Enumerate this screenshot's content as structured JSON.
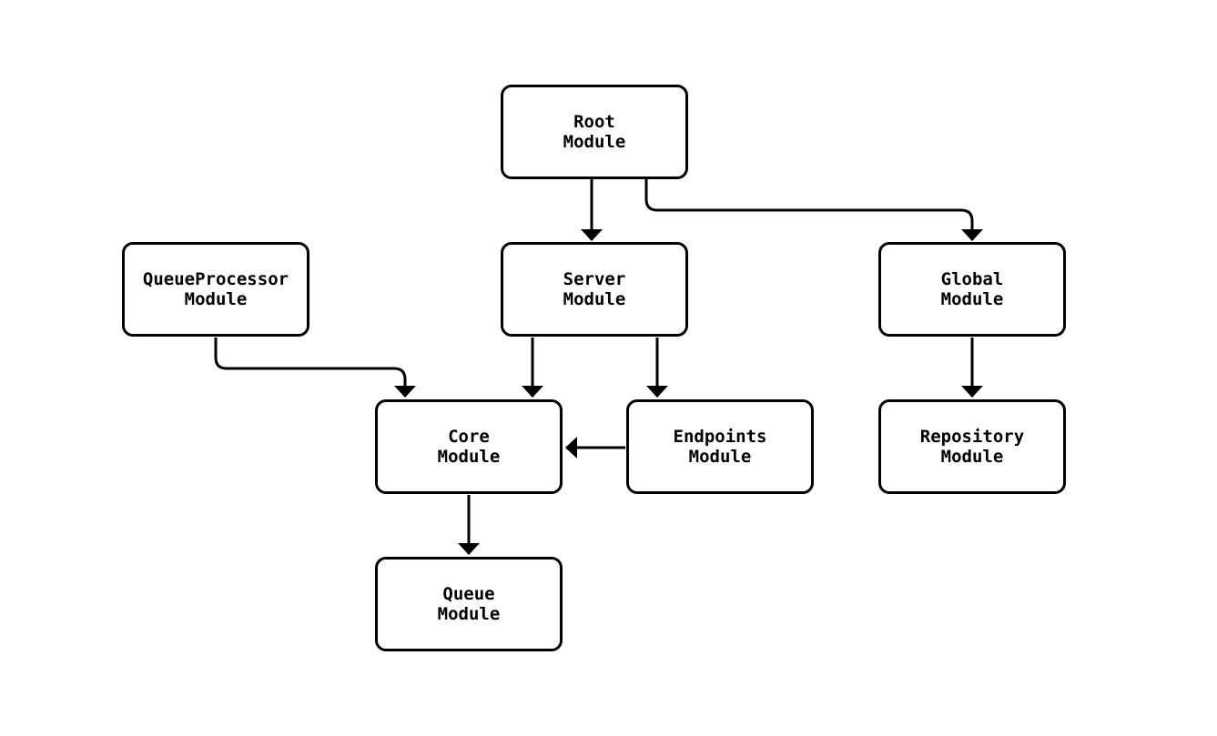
{
  "diagram": {
    "type": "module-dependency-graph",
    "background_color": "#ffffff",
    "node_fill_color": "#ffffff",
    "node_border_color": "#000000",
    "edge_color": "#000000",
    "text_color": "#000000"
  },
  "nodes": {
    "root": {
      "label": "Root\nModule"
    },
    "queueprocessor": {
      "label": "QueueProcessor\nModule"
    },
    "server": {
      "label": "Server\nModule"
    },
    "global": {
      "label": "Global\nModule"
    },
    "core": {
      "label": "Core\nModule"
    },
    "endpoints": {
      "label": "Endpoints\nModule"
    },
    "repository": {
      "label": "Repository\nModule"
    },
    "queue": {
      "label": "Queue\nModule"
    }
  },
  "edges": [
    {
      "from": "Root Module",
      "to": "Server Module"
    },
    {
      "from": "Root Module",
      "to": "Global Module"
    },
    {
      "from": "QueueProcessor Module",
      "to": "Core Module"
    },
    {
      "from": "Server Module",
      "to": "Core Module"
    },
    {
      "from": "Server Module",
      "to": "Endpoints Module"
    },
    {
      "from": "Endpoints Module",
      "to": "Core Module"
    },
    {
      "from": "Global Module",
      "to": "Repository Module"
    },
    {
      "from": "Core Module",
      "to": "Queue Module"
    }
  ]
}
